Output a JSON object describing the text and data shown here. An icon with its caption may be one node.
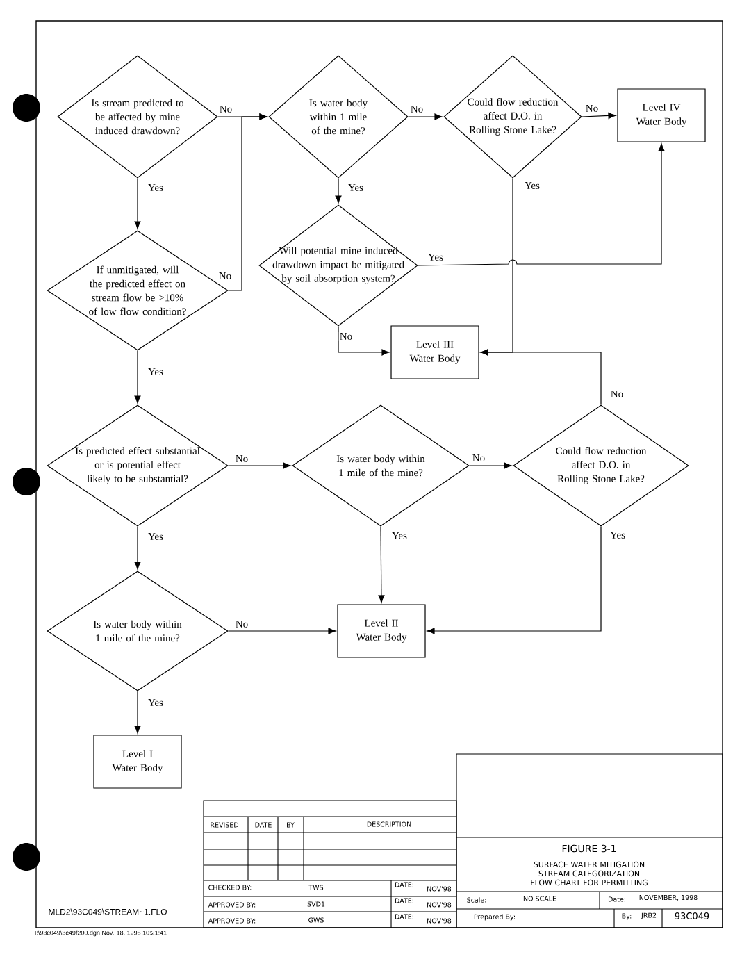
{
  "diagram": {
    "title": "FIGURE 3-1",
    "caption": "SURFACE WATER MITIGATION STREAM CATEGORIZATION FLOW CHART FOR PERMITTING",
    "nodes": [
      {
        "text": [
          "Is stream predicted to be affected by mine induced drawdown?"
        ]
      },
      {
        "text": [
          "Is water body within 1 mile of the mine?"
        ]
      },
      {
        "text": [
          "Could flow reduction affect D.O. in Rolling Stone Lake?"
        ]
      },
      {
        "text": [
          "Level IV Water Body"
        ]
      },
      {
        "text": [
          "If unmitigated, will the predicted effect on stream flow be >10% of low flow condition?"
        ]
      },
      {
        "text": [
          "Will potential mine induced drawdown impact be mitigated by soil absorption system?"
        ]
      },
      {
        "text": [
          "Level III Water Body"
        ]
      },
      {
        "text": [
          "Is predicted effect substantial or is potential effect likely to be substantial?"
        ]
      },
      {
        "text": [
          "Is water body within 1 mile of the mine?"
        ]
      },
      {
        "text": [
          "Could flow reduction affect D.O. in Rolling Stone Lake?"
        ]
      },
      {
        "text": [
          "Is water body within 1 mile of the mine?"
        ]
      },
      {
        "text": [
          "Level II Water Body"
        ]
      },
      {
        "text": [
          "Level I Water Body"
        ]
      }
    ],
    "edges": [
      {
        "from": 0,
        "to": 1,
        "arrow": "to",
        "label": "No"
      },
      {
        "from": 0,
        "to": 4,
        "arrow": "to",
        "label": "Yes"
      },
      {
        "from": 4,
        "to": 1,
        "arrow": "to",
        "label": "No"
      },
      {
        "from": 1,
        "to": 2,
        "arrow": "to",
        "label": "No"
      },
      {
        "from": 1,
        "to": 5,
        "arrow": "to",
        "label": "Yes"
      },
      {
        "from": 2,
        "to": 3,
        "arrow": "to",
        "label": "No"
      },
      {
        "from": 2,
        "to": 6,
        "arrow": "to",
        "label": "Yes"
      },
      {
        "from": 5,
        "to": 3,
        "arrow": "to",
        "label": "Yes"
      },
      {
        "from": 5,
        "to": 6,
        "arrow": "to",
        "label": "No"
      },
      {
        "from": 4,
        "to": 7,
        "arrow": "to",
        "label": "Yes"
      },
      {
        "from": 7,
        "to": 8,
        "arrow": "to",
        "label": "No"
      },
      {
        "from": 8,
        "to": 9,
        "arrow": "to",
        "label": "No"
      },
      {
        "from": 9,
        "to": 6,
        "arrow": "to",
        "label": "No"
      },
      {
        "from": 7,
        "to": 10,
        "arrow": "to",
        "label": "Yes"
      },
      {
        "from": 10,
        "to": 11,
        "arrow": "to",
        "label": "No"
      },
      {
        "from": 8,
        "to": 11,
        "arrow": "to",
        "label": "Yes"
      },
      {
        "from": 9,
        "to": 11,
        "arrow": "to",
        "label": "Yes"
      },
      {
        "from": 10,
        "to": 12,
        "arrow": "to",
        "label": "Yes"
      }
    ],
    "labels": [
      "REVISED",
      "DATE",
      "BY",
      "DESCRIPTION",
      "CHECKED BY:",
      "TWS",
      "DATE:",
      "NOV'98",
      "APPROVED BY:",
      "SVD1",
      "DATE:",
      "NOV'98",
      "APPROVED BY:",
      "GWS",
      "DATE:",
      "NOV'98",
      "Scale:",
      "NO SCALE",
      "Date:",
      "NOVEMBER, 1998",
      "Prepared By:",
      "By:",
      "JRB2",
      "93C049",
      "MLD2\\93C049\\STREAM~1.FLO",
      "I:\\93c049\\3c49f200.dgn Nov. 18, 1998 10:21:41"
    ]
  }
}
